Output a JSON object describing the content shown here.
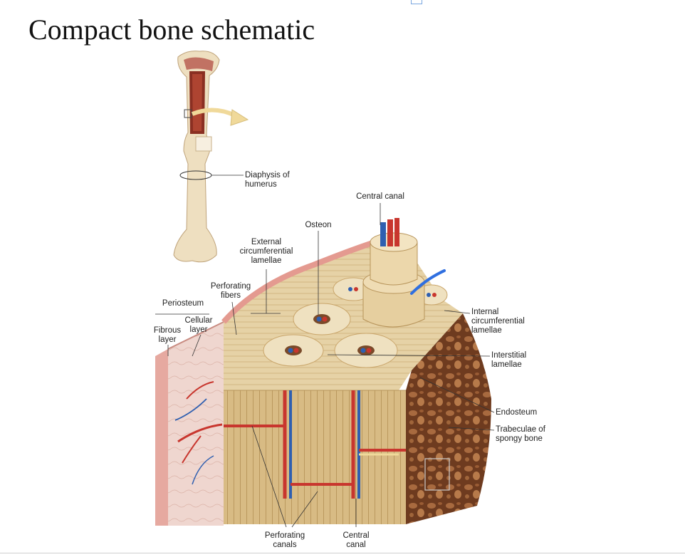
{
  "title": "Compact bone schematic",
  "labels": {
    "diaphysis": "Diaphysis of humerus",
    "central_canal_top": "Central canal",
    "osteon": "Osteon",
    "external_lamellae": "External circumferential lamellae",
    "perforating_fibers": "Perforating fibers",
    "periosteum": "Periosteum",
    "cellular_layer": "Cellular layer",
    "fibrous_layer": "Fibrous layer",
    "internal_lamellae": "Internal circumferential lamellae",
    "interstitial_lamellae": "Interstitial lamellae",
    "endosteum": "Endosteum",
    "trabeculae": "Trabeculae of spongy bone",
    "perforating_canals": "Perforating canals",
    "central_canal_bottom": "Central canal"
  },
  "colors": {
    "bone": "#e9d6ae",
    "bone_dark": "#c9a56a",
    "artery": "#c8362e",
    "vein": "#2f5fb0",
    "periosteum": "#e7b5ad",
    "spongy": "#8a4f2c",
    "annotation": "#2f6fe0"
  }
}
